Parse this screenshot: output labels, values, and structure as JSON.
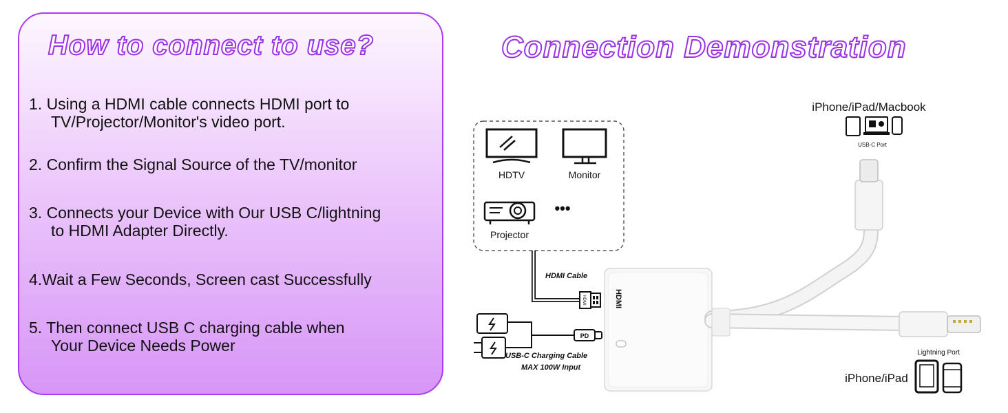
{
  "left_panel": {
    "title": "How to connect to use?",
    "steps": [
      {
        "line1": "1. Using a HDMI cable connects HDMI port to",
        "line2": "TV/Projector/Monitor's video port."
      },
      {
        "line1": "2. Confirm the Signal Source of the TV/monitor",
        "line2": ""
      },
      {
        "line1": "3. Connects your Device with Our USB C/lightning",
        "line2": "to HDMI Adapter Directly."
      },
      {
        "line1": "4.Wait a Few Seconds, Screen cast Successfully",
        "line2": ""
      },
      {
        "line1": "5. Then connect USB C charging cable when",
        "line2": "Your Device Needs Power"
      }
    ]
  },
  "right_panel": {
    "title": "Connection Demonstration",
    "displays": {
      "hdtv": "HDTV",
      "monitor": "Monitor",
      "projector": "Projector",
      "more": "•••"
    },
    "hdmi_cable": "HDMI Cable",
    "hdmi_plug_label": "HDMI",
    "adapter_label": "HDMI",
    "pd_label": "PD",
    "usbc_charging_line1": "USB-C Charging Cable",
    "usbc_charging_line2": "MAX 100W Input",
    "top_device": "iPhone/iPad/Macbook",
    "usbc_port": "USB-C Port",
    "lightning_port": "Lightning Port",
    "bottom_device": "iPhone/iPad"
  },
  "colors": {
    "accent": "#9a32e4",
    "panel_border": "#a93bf0"
  }
}
